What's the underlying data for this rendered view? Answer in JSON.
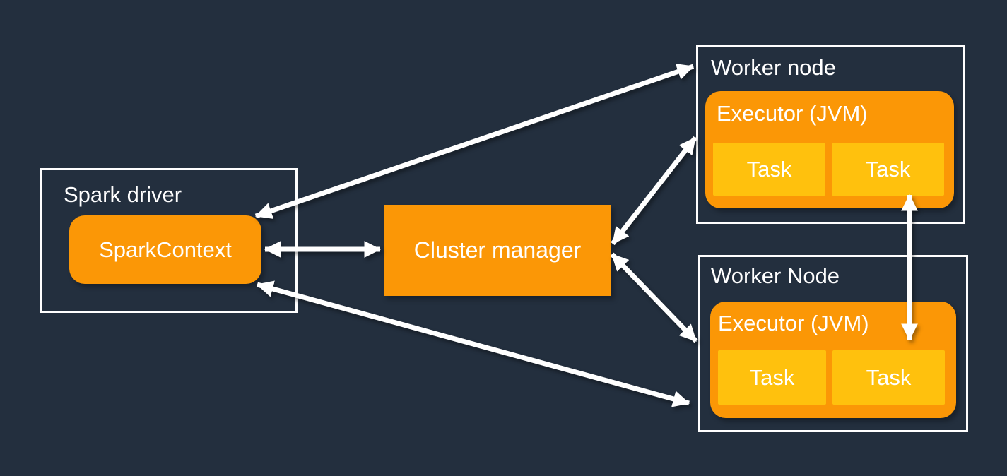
{
  "colors": {
    "background": "#232F3E",
    "box_orange": "#FB9706",
    "task_yellow": "#FFC10D",
    "outline_white": "#FFFFFF",
    "text_white": "#FFFFFF"
  },
  "driver": {
    "title": "Spark driver",
    "context": "SparkContext"
  },
  "cluster_manager": {
    "label": "Cluster manager"
  },
  "workers": [
    {
      "title": "Worker node",
      "executor": "Executor (JVM)",
      "tasks": [
        "Task",
        "Task"
      ]
    },
    {
      "title": "Worker Node",
      "executor": "Executor (JVM)",
      "tasks": [
        "Task",
        "Task"
      ]
    }
  ],
  "connections": [
    {
      "from": "spark-context",
      "to": "worker-node-1",
      "style": "bidirectional"
    },
    {
      "from": "spark-context",
      "to": "cluster-manager",
      "style": "bidirectional"
    },
    {
      "from": "spark-context",
      "to": "worker-node-2",
      "style": "bidirectional"
    },
    {
      "from": "cluster-manager",
      "to": "worker-node-1-executor",
      "style": "bidirectional"
    },
    {
      "from": "cluster-manager",
      "to": "worker-node-2",
      "style": "bidirectional"
    },
    {
      "from": "worker-node-1-task-2",
      "to": "worker-node-2-executor",
      "style": "bidirectional"
    }
  ]
}
